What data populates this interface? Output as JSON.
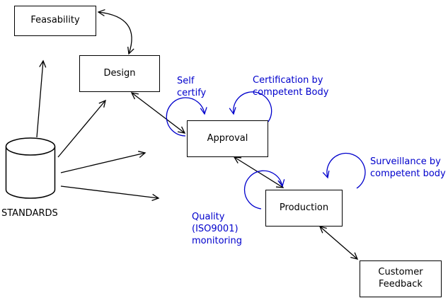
{
  "diagram": {
    "nodes": {
      "feasability": {
        "label": "Feasability"
      },
      "design": {
        "label": "Design"
      },
      "approval": {
        "label": "Approval"
      },
      "production": {
        "label": "Production"
      },
      "customer_feedback": {
        "lines": [
          "Customer",
          "Feedback"
        ]
      },
      "standards": {
        "label": "STANDARDS"
      }
    },
    "annotations": {
      "self_certify": {
        "lines": [
          "Self",
          "certify"
        ]
      },
      "certification": {
        "lines": [
          "Certification by",
          "competent Body"
        ]
      },
      "surveillance": {
        "lines": [
          "Surveillance by",
          "competent body"
        ]
      },
      "quality": {
        "lines": [
          "Quality",
          "(ISO9001)",
          "monitoring"
        ]
      }
    },
    "colors": {
      "connector": "#000000",
      "annotation": "#0000cc",
      "node_border": "#000000",
      "background": "#ffffff"
    }
  }
}
